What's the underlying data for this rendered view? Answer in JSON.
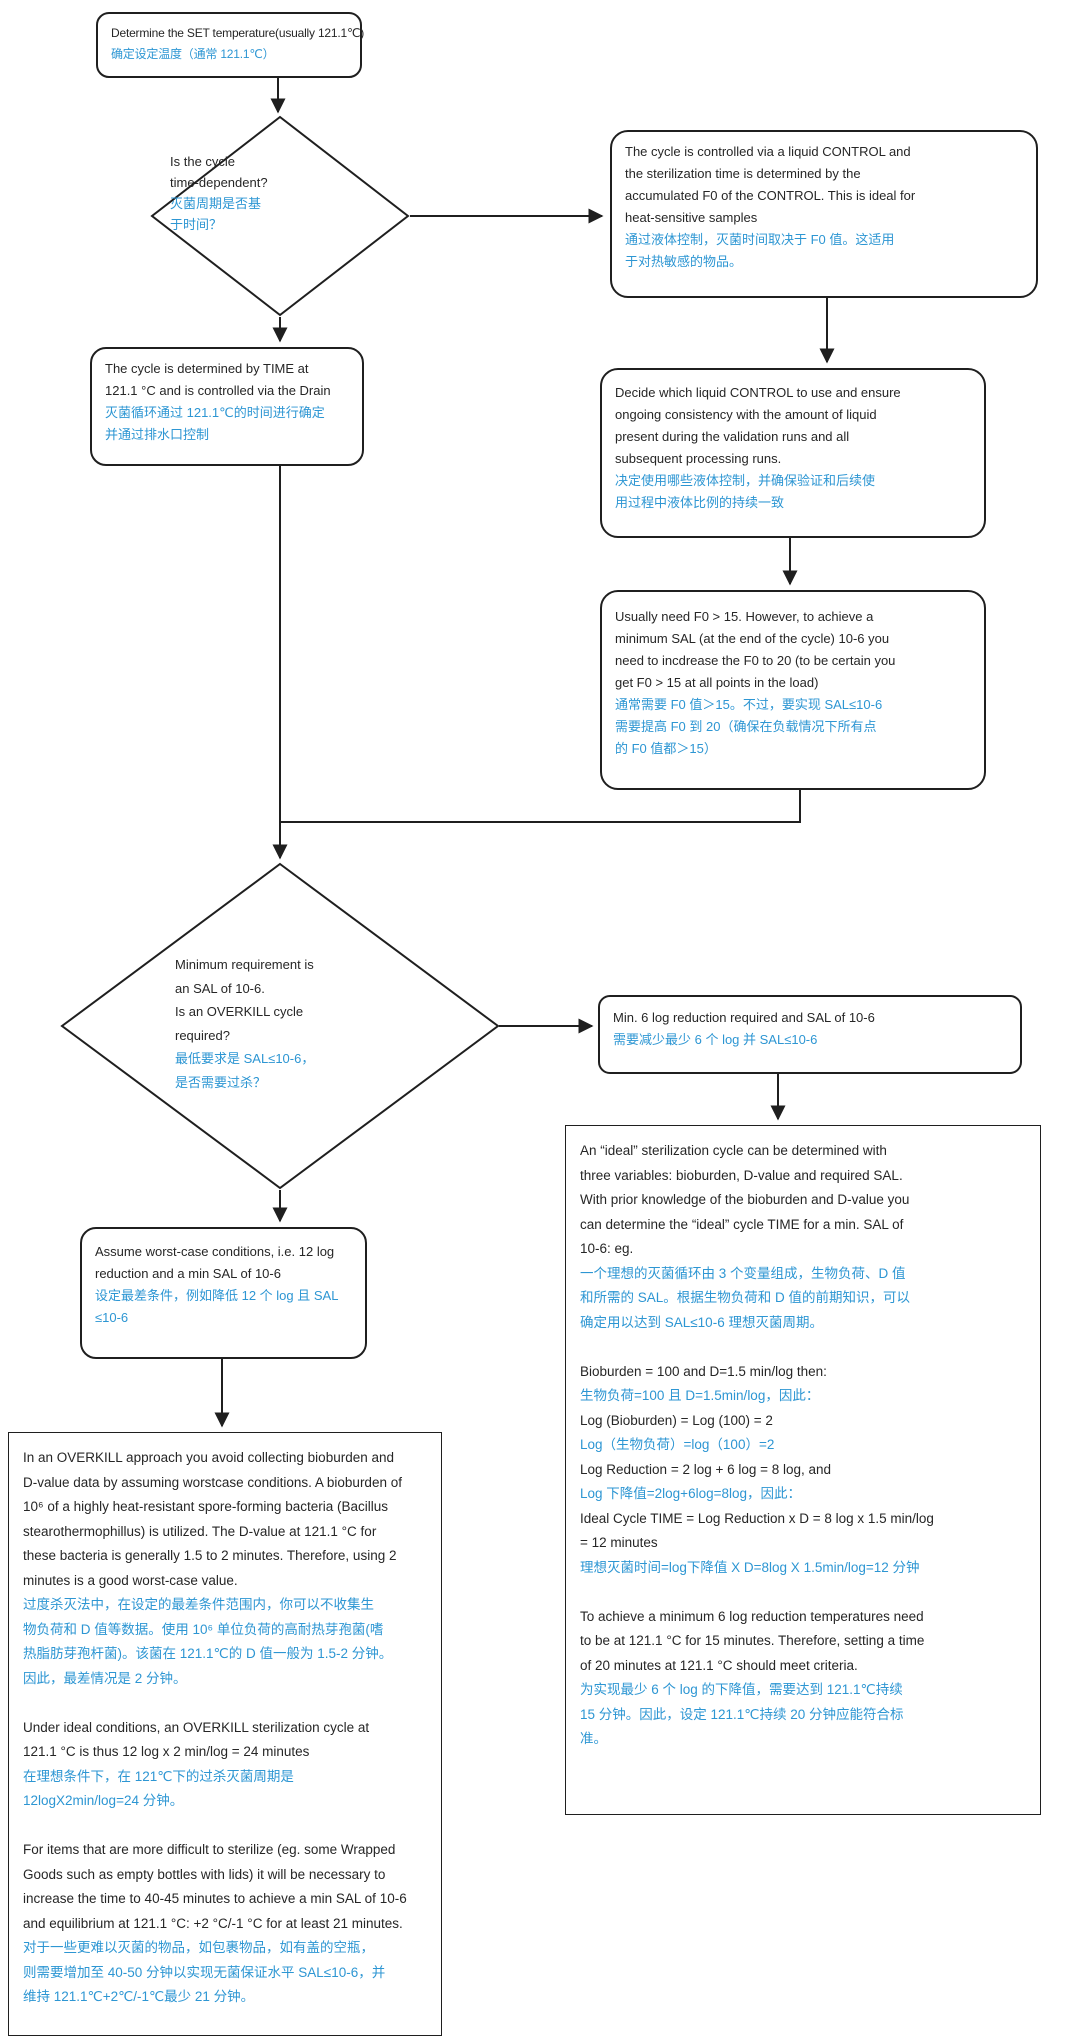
{
  "colors": {
    "text_en": "#262626",
    "text_zh": "#2D96D3",
    "line_and_border": "#1f1f1f",
    "background": "#ffffff"
  },
  "nodes": {
    "set_temp": {
      "title": "Determine SET temperature",
      "lines": [
        {
          "t": "Determine the SET temperature(usually 121.1℃)",
          "lang": "en"
        },
        {
          "t": "确定设定温度（通常 121.1℃）",
          "lang": "zh"
        }
      ]
    },
    "d_time": {
      "title": "Is the cycle time-dependent?",
      "lines": [
        {
          "t": "Is the cycle",
          "lang": "en"
        },
        {
          "t": "time-dependent?",
          "lang": "en"
        },
        {
          "t": "灭菌周期是否基",
          "lang": "zh"
        },
        {
          "t": "于时间？",
          "lang": "zh"
        }
      ]
    },
    "liquid_control": {
      "title": "Cycle controlled via liquid CONTROL",
      "lines": [
        {
          "t": "The cycle is controlled via a liquid CONTROL and",
          "lang": "en"
        },
        {
          "t": "the sterilization time is determined by the",
          "lang": "en"
        },
        {
          "t": "accumulated F0 of the CONTROL. This is ideal for",
          "lang": "en"
        },
        {
          "t": "heat-sensitive samples",
          "lang": "en"
        },
        {
          "t": "通过液体控制，灭菌时间取决于 F0 值。这适用",
          "lang": "zh"
        },
        {
          "t": "于对热敏感的物品。",
          "lang": "zh"
        }
      ]
    },
    "time_cycle": {
      "title": "Cycle determined by TIME",
      "lines": [
        {
          "t": "The cycle is determined by TIME at",
          "lang": "en"
        },
        {
          "t": "121.1 °C and is controlled via the Drain",
          "lang": "en"
        },
        {
          "t": "灭菌循环通过 121.1℃的时间进行确定",
          "lang": "zh"
        },
        {
          "t": "并通过排水口控制",
          "lang": "zh"
        }
      ]
    },
    "choose_control": {
      "title": "Decide which liquid CONTROL",
      "lines": [
        {
          "t": "Decide which liquid CONTROL to use and ensure",
          "lang": "en"
        },
        {
          "t": "ongoing consistency with the amount of liquid",
          "lang": "en"
        },
        {
          "t": "present during the validation runs and all",
          "lang": "en"
        },
        {
          "t": "subsequent processing runs.",
          "lang": "en"
        },
        {
          "t": "决定使用哪些液体控制，并确保验证和后续使",
          "lang": "zh"
        },
        {
          "t": "用过程中液体比例的持续一致",
          "lang": "zh"
        }
      ]
    },
    "f0_req": {
      "title": "F0 requirement",
      "lines": [
        {
          "t": "Usually need F0 > 15. However, to achieve a",
          "lang": "en"
        },
        {
          "t": "minimum SAL (at the end of the cycle) 10-6 you",
          "lang": "en"
        },
        {
          "t": "need to incdrease the F0 to 20 (to be certain you",
          "lang": "en"
        },
        {
          "t": "get F0 > 15 at all points in the load)",
          "lang": "en"
        },
        {
          "t": "通常需要 F0 值＞15。不过，要实现 SAL≤10-6",
          "lang": "zh"
        },
        {
          "t": "需要提高 F0 到 20（确保在负载情况下所有点",
          "lang": "zh"
        },
        {
          "t": "的 F0 值都＞15）",
          "lang": "zh"
        }
      ]
    },
    "d_overkill": {
      "title": "Is an OVERKILL cycle required?",
      "lines": [
        {
          "t": "Minimum requirement is",
          "lang": "en"
        },
        {
          "t": "an SAL of 10-6.",
          "lang": "en"
        },
        {
          "t": "Is an OVERKILL cycle",
          "lang": "en"
        },
        {
          "t": "required?",
          "lang": "en"
        },
        {
          "t": "最低要求是 SAL≤10-6，",
          "lang": "zh"
        },
        {
          "t": "是否需要过杀？",
          "lang": "zh"
        }
      ]
    },
    "min_6log": {
      "title": "Min. 6 log reduction",
      "lines": [
        {
          "t": "Min. 6 log reduction required and SAL of 10-6",
          "lang": "en"
        },
        {
          "t": "需要减少最少 6 个 log 并 SAL≤10-6",
          "lang": "zh"
        }
      ]
    },
    "ideal_cycle": {
      "title": "Ideal sterilization cycle calculation",
      "lines": [
        {
          "t": "An “ideal” sterilization cycle can be determined with",
          "lang": "en"
        },
        {
          "t": "three variables: bioburden, D-value and required SAL.",
          "lang": "en"
        },
        {
          "t": "With prior knowledge of the bioburden and D-value you",
          "lang": "en"
        },
        {
          "t": "can determine the “ideal” cycle TIME for a min. SAL of",
          "lang": "en"
        },
        {
          "t": "10-6: eg.",
          "lang": "en"
        },
        {
          "t": "一个理想的灭菌循环由 3 个变量组成，生物负荷、D 值",
          "lang": "zh"
        },
        {
          "t": "和所需的 SAL。根据生物负荷和 D 值的前期知识，可以",
          "lang": "zh"
        },
        {
          "t": "确定用以达到 SAL≤10-6 理想灭菌周期。",
          "lang": "zh"
        },
        {
          "t": "",
          "lang": "en"
        },
        {
          "t": "Bioburden = 100 and D=1.5 min/log then:",
          "lang": "en"
        },
        {
          "t": "生物负荷=100 且 D=1.5min/log，因此：",
          "lang": "zh"
        },
        {
          "t": "Log (Bioburden) = Log (100) = 2",
          "lang": "en"
        },
        {
          "t": "Log（生物负荷）=log（100）=2",
          "lang": "zh"
        },
        {
          "t": "Log Reduction = 2 log + 6 log = 8 log, and",
          "lang": "en"
        },
        {
          "t": "Log 下降值=2log+6log=8log，因此：",
          "lang": "zh"
        },
        {
          "t": "Ideal Cycle TIME = Log Reduction x D = 8 log x 1.5 min/log",
          "lang": "en"
        },
        {
          "t": "= 12 minutes",
          "lang": "en"
        },
        {
          "t": "理想灭菌时间=log下降值 X D=8log X 1.5min/log=12 分钟",
          "lang": "zh"
        },
        {
          "t": "",
          "lang": "en"
        },
        {
          "t": "To achieve a minimum 6 log reduction temperatures need",
          "lang": "en"
        },
        {
          "t": "to be at 121.1 °C for 15 minutes. Therefore, setting a time",
          "lang": "en"
        },
        {
          "t": "of 20 minutes at 121.1 °C should meet criteria.",
          "lang": "en"
        },
        {
          "t": "为实现最少 6 个 log 的下降值，需要达到 121.1℃持续",
          "lang": "zh"
        },
        {
          "t": "15 分钟。因此，设定 121.1℃持续 20 分钟应能符合标",
          "lang": "zh"
        },
        {
          "t": "准。",
          "lang": "zh"
        }
      ]
    },
    "worst_case": {
      "title": "Assume worst-case conditions",
      "lines": [
        {
          "t": "Assume worst-case conditions, i.e. 12 log",
          "lang": "en"
        },
        {
          "t": "reduction and a min SAL of 10-6",
          "lang": "en"
        },
        {
          "t": "设定最差条件，例如降低 12 个 log 且 SAL",
          "lang": "zh"
        },
        {
          "t": "≤10-6",
          "lang": "zh"
        }
      ]
    },
    "overkill_detail": {
      "title": "OVERKILL approach detail",
      "lines": [
        {
          "t": "In an OVERKILL approach you avoid collecting bioburden and",
          "lang": "en"
        },
        {
          "t": "D-value data by assuming worstcase conditions. A bioburden of",
          "lang": "en"
        },
        {
          "t": "10⁶ of a highly heat-resistant spore-forming bacteria (Bacillus",
          "lang": "en"
        },
        {
          "t": "stearothermophillus) is utilized. The D-value at 121.1 °C for",
          "lang": "en"
        },
        {
          "t": "these bacteria is generally 1.5 to 2 minutes. Therefore, using 2",
          "lang": "en"
        },
        {
          "t": "minutes is a good worst-case value.",
          "lang": "en"
        },
        {
          "t": "过度杀灭法中，在设定的最差条件范围内，你可以不收集生",
          "lang": "zh"
        },
        {
          "t": "物负荷和 D 值等数据。使用 10⁶ 单位负荷的高耐热芽孢菌(嗜",
          "lang": "zh"
        },
        {
          "t": "热脂肪芽孢杆菌)。该菌在 121.1℃的 D 值一般为 1.5-2 分钟。",
          "lang": "zh"
        },
        {
          "t": "因此，最差情况是 2 分钟。",
          "lang": "zh"
        },
        {
          "t": "",
          "lang": "en"
        },
        {
          "t": "Under ideal conditions, an OVERKILL sterilization cycle at",
          "lang": "en"
        },
        {
          "t": "121.1 °C is thus 12 log x 2 min/log = 24 minutes",
          "lang": "en"
        },
        {
          "t": "在理想条件下，在 121℃下的过杀灭菌周期是",
          "lang": "zh"
        },
        {
          "t": "12logX2min/log=24 分钟。",
          "lang": "zh"
        },
        {
          "t": "",
          "lang": "en"
        },
        {
          "t": "For items that are more difficult to sterilize (eg. some Wrapped",
          "lang": "en"
        },
        {
          "t": "Goods such as empty bottles with lids) it will be necessary to",
          "lang": "en"
        },
        {
          "t": "increase the time to 40-45 minutes to achieve a min SAL of 10-6",
          "lang": "en"
        },
        {
          "t": "and equilibrium at 121.1 °C: +2 °C/-1 °C for at least 21 minutes.",
          "lang": "en"
        },
        {
          "t": "对于一些更难以灭菌的物品，如包裹物品，如有盖的空瓶，",
          "lang": "zh"
        },
        {
          "t": "则需要增加至 40-50 分钟以实现无菌保证水平 SAL≤10-6，并",
          "lang": "zh"
        },
        {
          "t": "维持 121.1℃+2℃/-1℃最少 21 分钟。",
          "lang": "zh"
        }
      ]
    }
  }
}
